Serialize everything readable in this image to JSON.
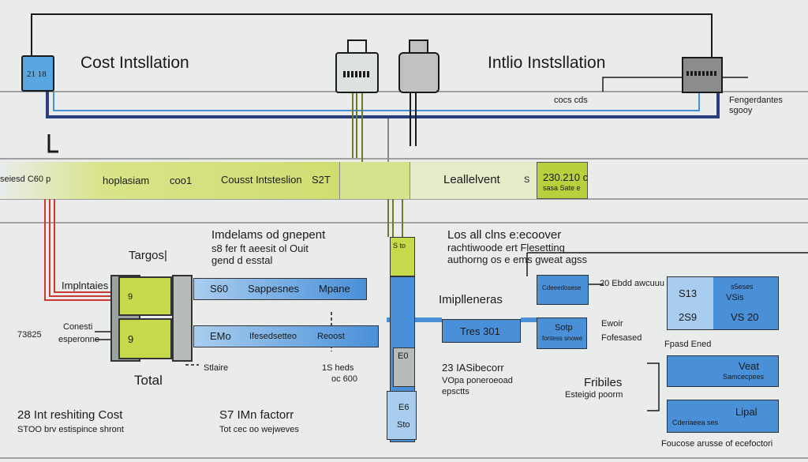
{
  "labels": {
    "title_left": "Cost Intsllation",
    "title_right": "Intlio Instsllation",
    "device_left": "21 18",
    "costs_cds": "cocs cds",
    "fengerdantes": "Fengerdantes",
    "sgooy": "sgooy",
    "band_left": "seiesd C60 p",
    "band_hoplasiam": "hoplasiam",
    "band_coo": "coo1",
    "band_cost": "Cousst Intsteslion",
    "band_527": "S2T",
    "band_leallelvent": "Leallelvent",
    "band_price": "230.210 c",
    "band_price_sub": "sasa Sate e",
    "band_s_mark": "S",
    "imdelams": "Imdelams od gnepent",
    "imdelams_sub1": "s8 fer ft aeesit ol Ouit",
    "imdelams_sub2": "gend d esstal",
    "targos": "Targos|",
    "implntaies": "Implntaies",
    "los": "Los all clns e:ecoover",
    "los_sub1": "rachtiwoode ert Flesetting",
    "los_sub2": "authorng os e ems gweat agss",
    "row1_a": "S60",
    "row1_b": "Sappesnes",
    "row1_c": "Mpane",
    "row1_num": "9",
    "row2_a": "EMo",
    "row2_b": "Ifesedsetteo",
    "row2_c": "Reoost",
    "row2_num": "9",
    "conesti": "Conesti",
    "esperonne": "esperonne",
    "n7382": "73825",
    "implleneras": "Imiplleneras",
    "tres": "Tres 301",
    "sotp": "Sotp",
    "sotp_sub": "fontess snowe",
    "ewoir": "Ewoir",
    "fofesased": "Fofesased",
    "box_stack_top": "S to",
    "eb": "E0",
    "pbd": "20 Ebdd awcuuu",
    "band_small_left": "Cdeeedosese",
    "n13": "S13",
    "s5es": "s5eses",
    "vsis": "VSis",
    "n28s": "2S9",
    "vs20": "VS 20",
    "fpasd": "Fpasd Ened",
    "stlaire": "Stlaire",
    "total": "Total",
    "sheds": "1S heds",
    "oc600": "oc 600",
    "isabecorr": "23 IASibecorr",
    "vopa": "VOpa poneroeoad",
    "epsctts": "epsctts",
    "fribiles": "Fribiles",
    "esteigid": "Esteigid poorm",
    "veat": "Veat",
    "veat_sub": "Samcecpees",
    "lipal": "Lipal",
    "lipal_sub": "Cderiaeea ses",
    "foucose": "Foucose arusse of ecefoctori",
    "box_eb_bottom": "E6",
    "box_eb_bottom2": "Sto",
    "int_cost": "28 Int reshiting Cost",
    "int_cost_sub": "STOO brv estispince shront",
    "mn_factor": "S7 IMn factorr",
    "mn_sub": "Tot cec oo wejweves"
  },
  "colors": {
    "blue": "#4a90d9",
    "yellow_green": "#c5d94a",
    "navy_wire": "#2a3f7c",
    "red_wire": "#c93a30"
  }
}
